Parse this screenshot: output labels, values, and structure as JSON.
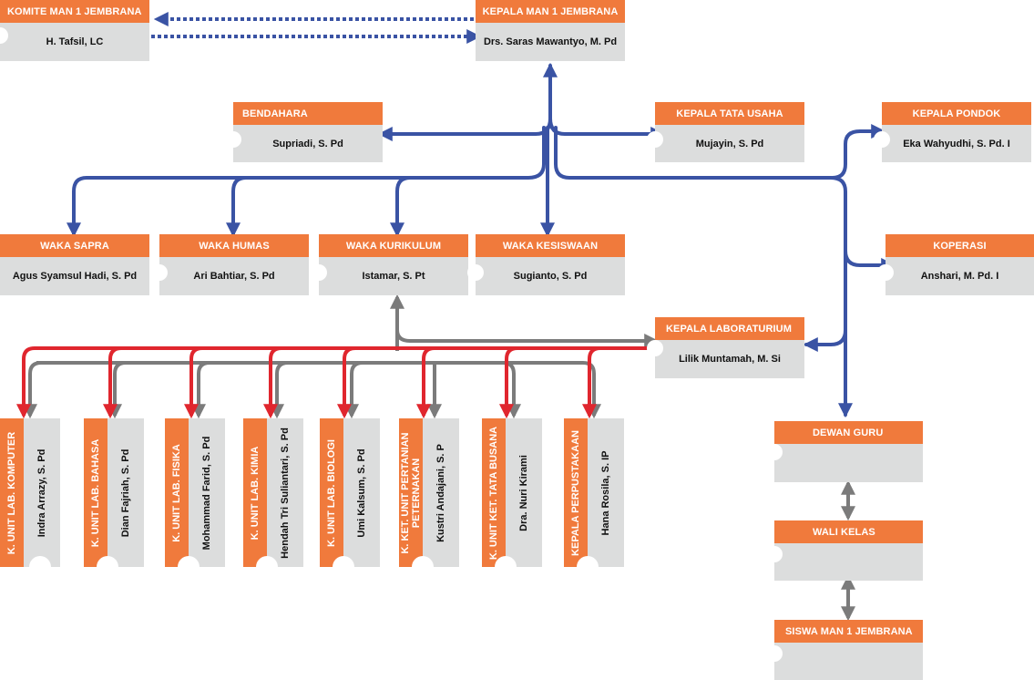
{
  "committee": {
    "title": "KOMITE MAN 1 JEMBRANA",
    "name": "H. Tafsil, LC"
  },
  "head": {
    "title": "KEPALA MAN 1 JEMBRANA",
    "name": "Drs. Saras Mawantyo, M. Pd"
  },
  "bendahara": {
    "title": "BENDAHARA",
    "name": "Supriadi, S. Pd"
  },
  "tata_usaha": {
    "title": "KEPALA TATA USAHA",
    "name": "Mujayin, S. Pd"
  },
  "pondok": {
    "title": "KEPALA PONDOK",
    "name": "Eka Wahyudhi, S. Pd. I"
  },
  "sapra": {
    "title": "WAKA SAPRA",
    "name": "Agus Syamsul Hadi, S. Pd"
  },
  "humas": {
    "title": "WAKA HUMAS",
    "name": "Ari Bahtiar, S. Pd"
  },
  "kurikulum": {
    "title": "WAKA KURIKULUM",
    "name": "Istamar, S. Pt"
  },
  "kesiswaan": {
    "title": "WAKA KESISWAAN",
    "name": "Sugianto, S. Pd"
  },
  "koperasi": {
    "title": "KOPERASI",
    "name": "Anshari, M. Pd. I"
  },
  "laboratorium": {
    "title": "KEPALA LABORATURIUM",
    "name": "Lilik Muntamah, M. Si"
  },
  "dewan_guru": {
    "title": "DEWAN GURU"
  },
  "wali_kelas": {
    "title": "WALI KELAS"
  },
  "siswa": {
    "title": "SISWA MAN 1 JEMBRANA"
  },
  "units": [
    {
      "title": "K. UNIT LAB. KOMPUTER",
      "name": "Indra Arrazy, S. Pd"
    },
    {
      "title": "K. UNIT LAB. BAHASA",
      "name": "Dian Fajriah, S. Pd"
    },
    {
      "title": "K. UNIT LAB. FISIKA",
      "name": "Mohammad Farid, S. Pd"
    },
    {
      "title": "K. UNIT LAB. KIMIA",
      "name": "Hendah Tri Suliantari, S. Pd"
    },
    {
      "title": "K. UNIT LAB. BIOLOGI",
      "name": "Umi Kalsum, S. Pd"
    },
    {
      "title_line1": "K. KET. UNIT PERTANIAN",
      "title_line2": "PETERNAKAN",
      "name": "Kustri Andajani, S. P"
    },
    {
      "title": "K. UNIT KET. TATA BUSANA",
      "name": "Dra. Nuri Kirami"
    },
    {
      "title": "KEPALA PERPUSTAKAAN",
      "name": "Hana Rosila, S. IP"
    }
  ],
  "colors": {
    "orange": "#f07a3c",
    "gray_box": "#dcdddd",
    "blue": "#3a53a4",
    "red": "#e0262e",
    "gray_line": "#7b7b7b"
  }
}
